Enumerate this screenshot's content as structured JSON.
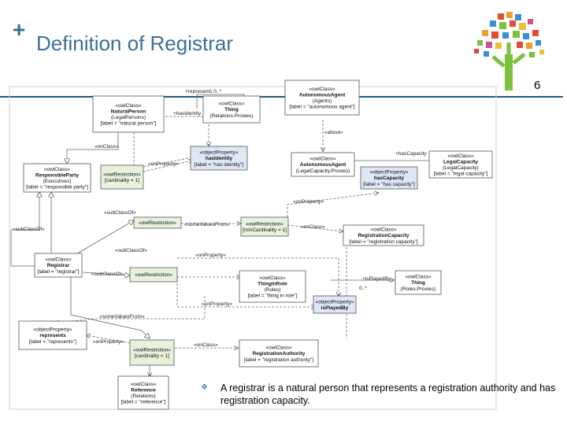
{
  "slide": {
    "plus": "+",
    "title": "Definition of Registrar",
    "page_number": "6",
    "bullet_glyph": "❖",
    "description": "A registrar is a natural person that represents a registration authority and has registration capacity."
  },
  "colors": {
    "title": "#3a6f96",
    "rule": "#1f5a86",
    "box_fill": "#ffffff",
    "box_stroke": "#555555",
    "property_fill": "#dde7f6",
    "restriction_fill": "#e6f2dc",
    "line": "#666666"
  },
  "icons": [
    "tree-logo-icon",
    "bullet-icon"
  ],
  "diagram": {
    "boxes": [
      {
        "id": "natural-person",
        "stereotype": "«owlClass»",
        "name": "NaturalPerson",
        "sub": "(LegalPersons)",
        "label": "[label = \"natural person\"]"
      },
      {
        "id": "thing-relations",
        "stereotype": "«owlClass»",
        "name": "Thing",
        "sub": "(Relations.Proxies)",
        "label": ""
      },
      {
        "id": "autonomous-agent",
        "stereotype": "«owlClass»",
        "name": "AutonomousAgent",
        "sub": "(Agents)",
        "label": "[label = \"autonomous agent\"]"
      },
      {
        "id": "has-identity",
        "stereotype": "«objectProperty»",
        "name": "hasIdentity",
        "sub": "",
        "label": "[label = \"has identity\"]"
      },
      {
        "id": "legal-autonomous-agent",
        "stereotype": "«owlClass»",
        "name": "AutonomousAgent",
        "sub": "(LegalCapacity.Proxies)",
        "label": ""
      },
      {
        "id": "legal-capacity",
        "stereotype": "«owlClass»",
        "name": "LegalCapacity",
        "sub": "(LegalCapacity)",
        "label": "[label = \"legal capacity\"]"
      },
      {
        "id": "responsible-party",
        "stereotype": "«owlClass»",
        "name": "ResponsibleParty",
        "sub": "(Executives)",
        "label": "[label = \"responsible party\"]"
      },
      {
        "id": "restriction-1",
        "stereotype": "«owlRestriction»",
        "name": "",
        "sub": "",
        "label": "[cardinality = 1]"
      },
      {
        "id": "has-capacity",
        "stereotype": "«objectProperty»",
        "name": "hasCapacity",
        "sub": "",
        "label": "[label = \"has capacity\"]"
      },
      {
        "id": "restriction-2",
        "stereotype": "«owlRestriction»",
        "name": "",
        "sub": "",
        "label": ""
      },
      {
        "id": "restriction-3",
        "stereotype": "«owlRestriction»",
        "name": "",
        "sub": "",
        "label": "[minCardinality = 1]"
      },
      {
        "id": "registration-capacity",
        "stereotype": "«owlClass»",
        "name": "RegistrationCapacity",
        "sub": "",
        "label": "[label = \"registration capacity\"]"
      },
      {
        "id": "registrar",
        "stereotype": "«owlClass»",
        "name": "Registrar",
        "sub": "",
        "label": "[label = \"registrar\"]"
      },
      {
        "id": "restriction-4",
        "stereotype": "«owlRestriction»",
        "name": "",
        "sub": "",
        "label": ""
      },
      {
        "id": "thing-in-role",
        "stereotype": "«owlClass»",
        "name": "ThingInRole",
        "sub": "(Roles)",
        "label": "[label = \"thing in role\"]"
      },
      {
        "id": "thing-roles",
        "stereotype": "«owlClass»",
        "name": "Thing",
        "sub": "(Roles.Proxies)",
        "label": ""
      },
      {
        "id": "is-played-by",
        "stereotype": "«objectProperty»",
        "name": "isPlayedBy",
        "sub": "",
        "label": ""
      },
      {
        "id": "represents",
        "stereotype": "«objectProperty»",
        "name": "represents",
        "sub": "",
        "label": "[label = \"represents\"]"
      },
      {
        "id": "restriction-5",
        "stereotype": "«owlRestriction»",
        "name": "",
        "sub": "",
        "label": "[cardinality = 1]"
      },
      {
        "id": "registration-authority",
        "stereotype": "«owlClass»",
        "name": "RegistrationAuthority",
        "sub": "",
        "label": "[label = \"registration authority\"]"
      },
      {
        "id": "reference",
        "stereotype": "«owlClass»",
        "name": "Reference",
        "sub": "(Relations)",
        "label": "[label = \"reference\"]"
      }
    ],
    "edge_labels": {
      "represents_mult": "+represents  0..*",
      "has_identity_end": "+hasIdentity",
      "about": "«about»",
      "has_capacity_end": "+hasCapacity",
      "on_class_1": "«onClass»",
      "on_property_1": "«onProperty»",
      "on_property_2": "«onProperty»",
      "sub_class_of_1": "«subClassOf»",
      "sub_class_of_2": "«subClassOf»",
      "sub_class_of_3": "«subClassOf»",
      "sub_class_of_4": "«subClassOf»",
      "some_values_from_1": "«someValuesFrom»",
      "on_class_2": "«onClass»",
      "on_property_3": "«onProperty»",
      "is_played_by_end": "+isPlayedBy",
      "is_played_by_mult": "0..*",
      "on_property_4": "«onProperty»",
      "some_values_from_2": "«someValuesFrom»",
      "on_property_5": "«onProperty»",
      "on_class_3": "«onClass»"
    }
  }
}
